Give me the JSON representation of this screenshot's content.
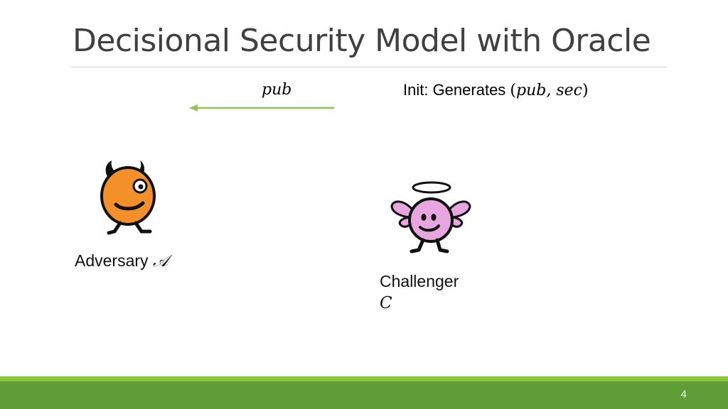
{
  "slide": {
    "title": "Decisional Security Model with Oracle",
    "pub_label": "pub",
    "init_prefix": "Init: Generates ",
    "init_open": "(",
    "init_vars": "pub, sec",
    "init_close": ")",
    "adversary_label": "Adversary ",
    "adversary_symbol": "𝒜",
    "challenger_label": "Challenger",
    "challenger_symbol": "C",
    "page_number": "4"
  },
  "colors": {
    "accent_green": "#8cc63f",
    "footer_green": "#5f9e37",
    "arrow_green": "#92c353",
    "devil_orange": "#f4902a",
    "angel_pink": "#e7a6e0"
  }
}
